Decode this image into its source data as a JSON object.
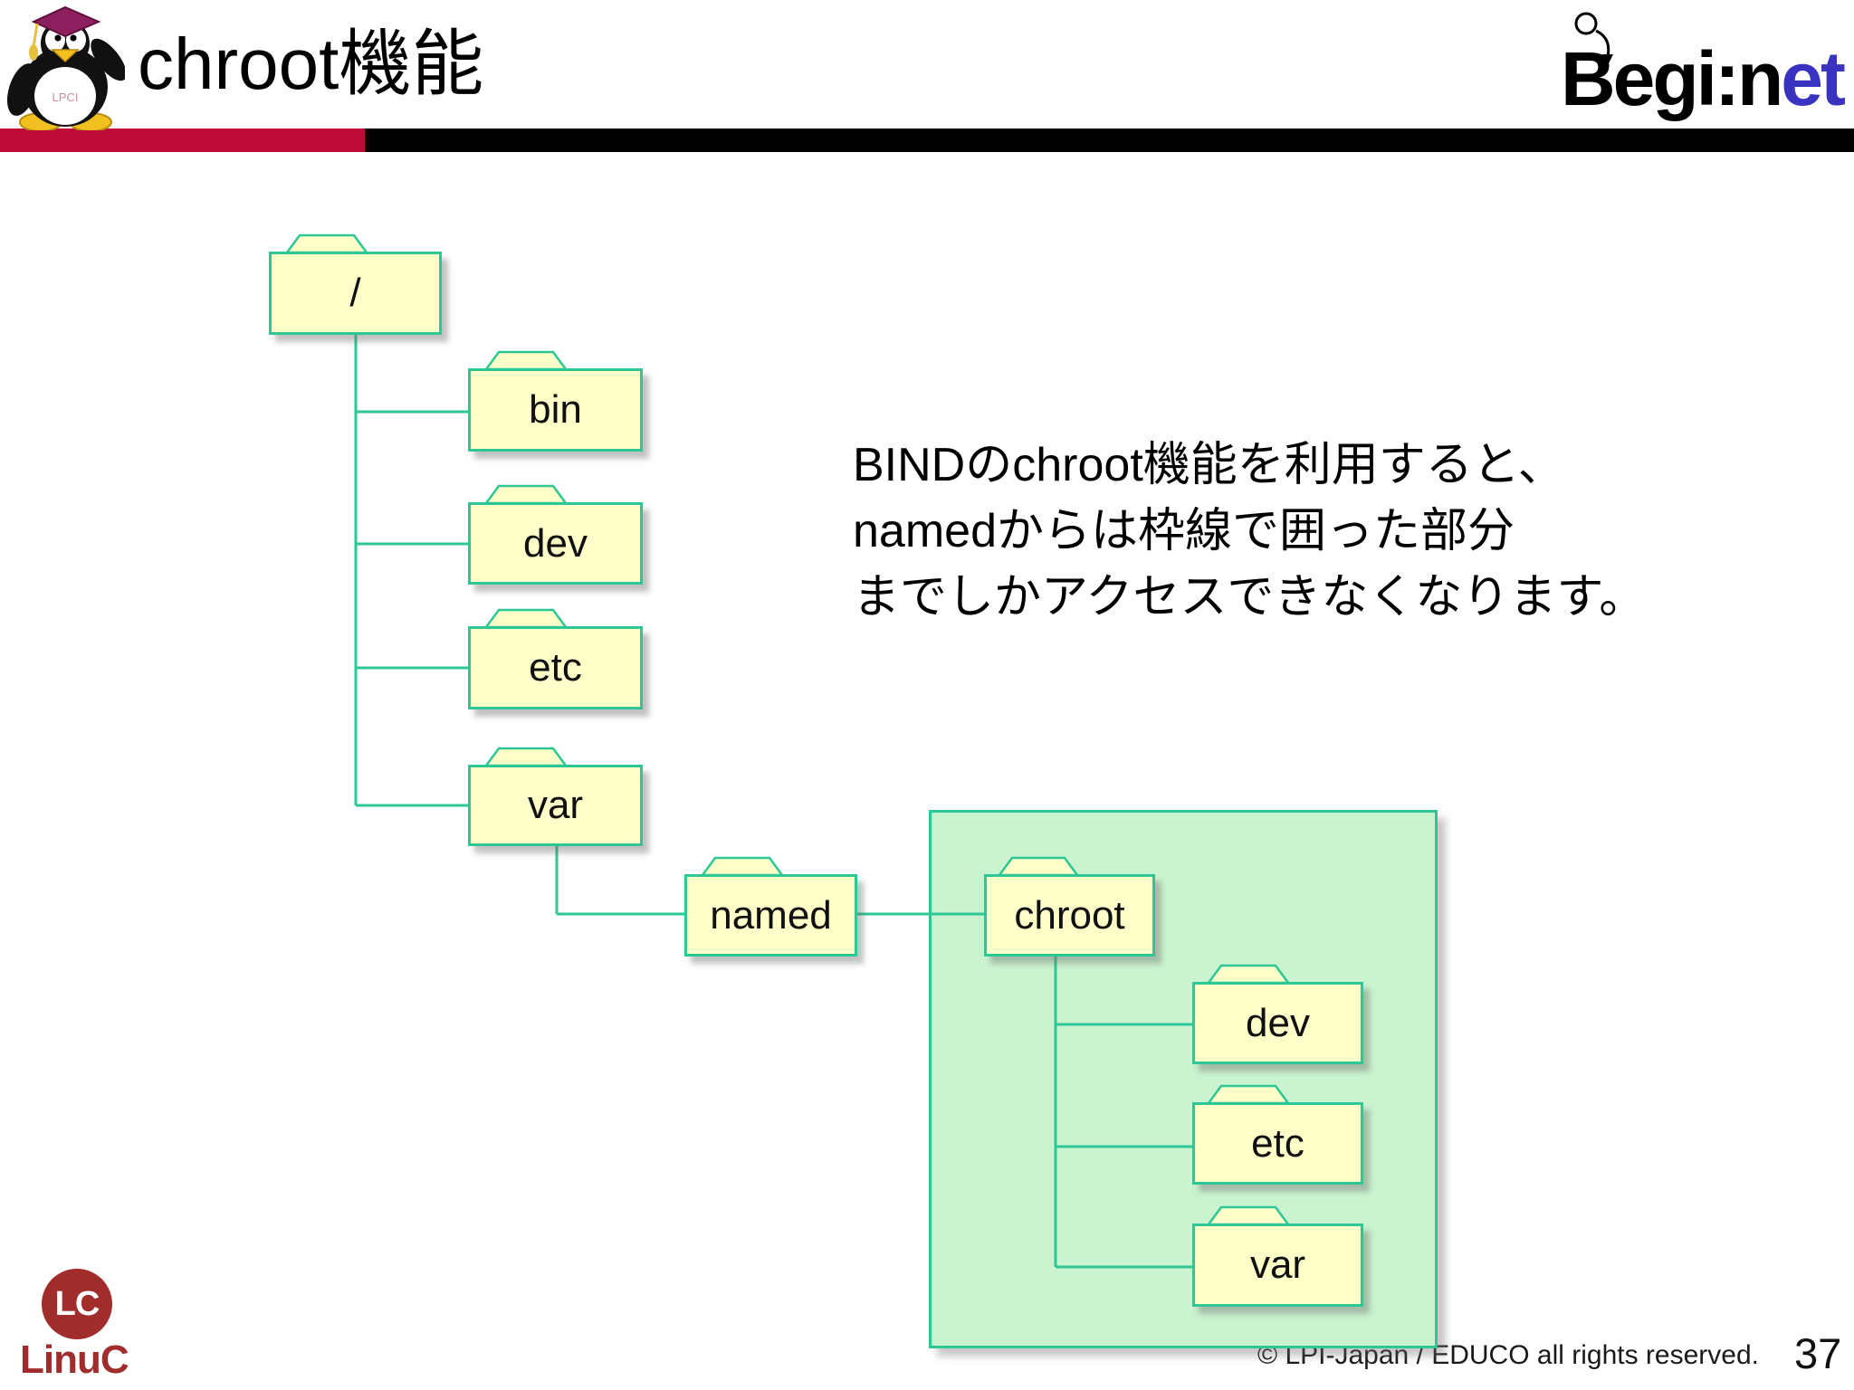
{
  "header": {
    "title": "chroot機能",
    "begi_logo": {
      "part1": "Begi",
      "colon": ":",
      "part2": "n",
      "part3_blue": "et"
    },
    "icons": {
      "mascot": "penguin-graduate-mascot",
      "begi_decoration": "circle-arrow-decoration"
    }
  },
  "description": {
    "line1": "BINDのchroot機能を利用すると、",
    "line2": "namedからは枠線で囲った部分",
    "line3": "までしかアクセスできなくなります。"
  },
  "tree": {
    "root": "/",
    "bin": "bin",
    "dev": "dev",
    "etc": "etc",
    "var": "var",
    "named": "named",
    "chroot": "chroot",
    "chroot_dev": "dev",
    "chroot_etc": "etc",
    "chroot_var": "var"
  },
  "footer": {
    "linuc_badge": "LC",
    "linuc_name": "LinuC",
    "copyright": "© LPI-Japan / EDUCO all rights reserved.",
    "page": "37"
  },
  "colors": {
    "folder_fill": "#FFFFC9",
    "folder_border": "#2CC795",
    "chroot_area_fill": "#C9F4CF",
    "bar_crimson": "#BE0C38",
    "bar_black": "#000000",
    "begi_blue": "#3A33C2",
    "linuc_red": "#A02C2C"
  }
}
